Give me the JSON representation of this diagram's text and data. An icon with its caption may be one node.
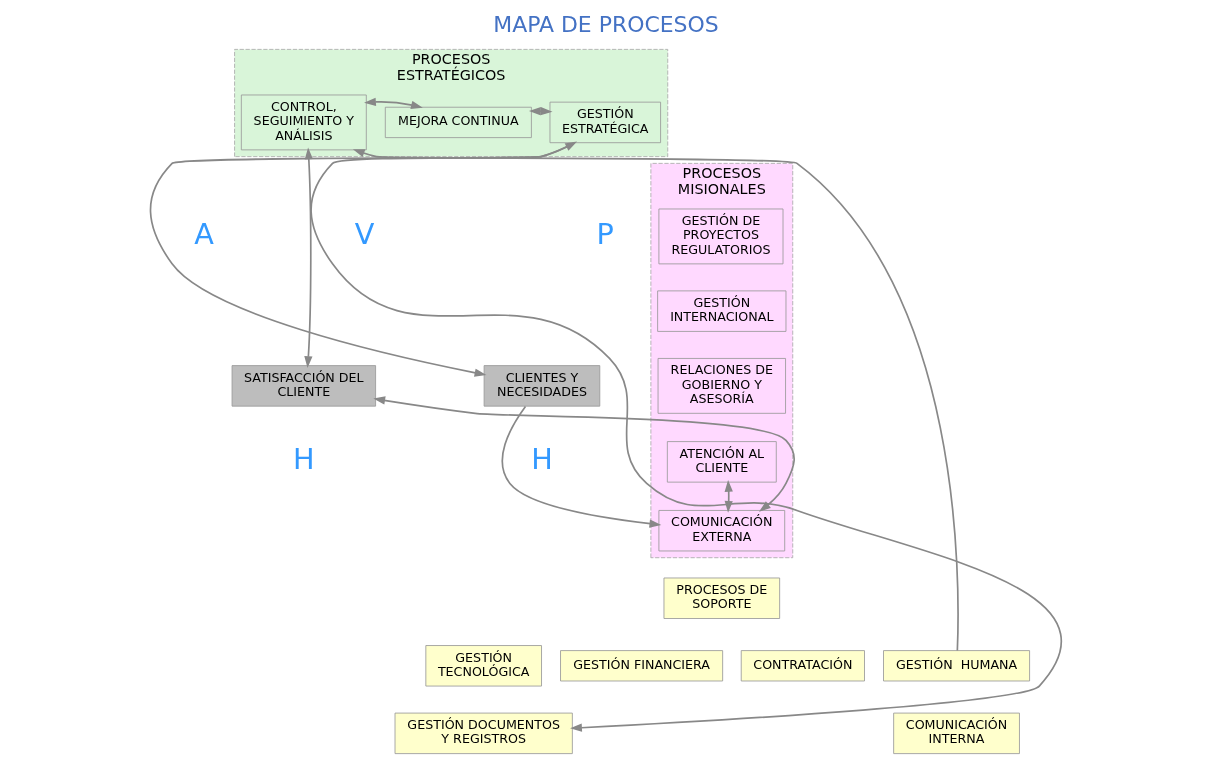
{
  "diagram": {
    "title": "MAPA DE PROCESOS",
    "nodes": [
      {
        "text": [
          "CLIENTES Y NECESIDADES"
        ]
      },
      {
        "text": [
          "PROCESOS ESTRATÉGICOS"
        ]
      },
      {
        "text": [
          "GESTIÓN ESTRATÉGICA"
        ],
        "in": 1
      },
      {
        "text": [
          "MEJORA CONTINUA"
        ],
        "in": 1
      },
      {
        "text": [
          "CONTROL, SEGUIMIENTO Y ANÁLISIS"
        ],
        "in": 1
      },
      {
        "text": [
          "SATISFACCIÓN DEL CLIENTE"
        ]
      },
      {
        "text": [
          "PROCESOS MISIONALES"
        ]
      },
      {
        "text": [
          "GESTIÓN DE PROYECTOS REGULATORIOS"
        ],
        "in": 6
      },
      {
        "text": [
          "GESTIÓN  INTERNACIONAL"
        ],
        "in": 6
      },
      {
        "text": [
          "RELACIONES DE GOBIERNO Y ASESORÍA"
        ],
        "in": 6
      },
      {
        "text": [
          "ATENCIÓN AL CLIENTE"
        ],
        "in": 6
      },
      {
        "text": [
          "COMUNICACIÓN EXTERNA"
        ],
        "in": 6
      },
      {
        "text": [
          "PROCESOS DE SOPORTE"
        ]
      },
      {
        "text": [
          "GESTIÓN TECNOLÓGICA"
        ]
      },
      {
        "text": [
          "GESTIÓN DOCUMENTOS Y REGISTROS"
        ]
      },
      {
        "text": [
          "GESTIÓN FINANCIERA"
        ]
      },
      {
        "text": [
          "CONTRATACIÓN"
        ]
      },
      {
        "text": [
          "GESTIÓN  HUMANA"
        ]
      },
      {
        "text": [
          "COMUNICACIÓN INTERNA"
        ]
      }
    ],
    "edges": [
      {
        "from": 0,
        "to": 2,
        "arrow": "both"
      },
      {
        "from": 2,
        "to": 3,
        "arrow": "both"
      },
      {
        "from": 3,
        "to": 4,
        "arrow": "both"
      },
      {
        "from": 4,
        "to": 5,
        "arrow": "both"
      },
      {
        "from": 10,
        "to": 11,
        "arrow": "both"
      },
      {
        "from": 0,
        "to": 11,
        "arrow": "to"
      },
      {
        "from": 11,
        "to": 5,
        "arrow": "both"
      },
      {
        "from": 2,
        "to": 14,
        "arrow": "to"
      },
      {
        "from": 17,
        "to": 4,
        "arrow": "to"
      }
    ],
    "labels": [
      "P",
      "A",
      "V",
      "H",
      "H"
    ]
  }
}
